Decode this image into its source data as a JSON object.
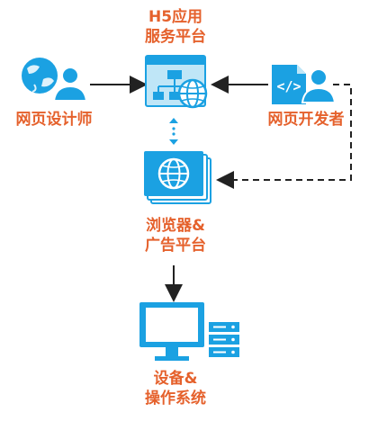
{
  "nodes": {
    "platform": {
      "line1": "H5应用",
      "line2": "服务平台",
      "icon": "sitemap-globe-icon"
    },
    "designer": {
      "line1": "网页设计师",
      "icon": "globe-user-icon"
    },
    "developer": {
      "line1": "网页开发者",
      "icon": "code-user-icon"
    },
    "browser": {
      "line1": "浏览器&",
      "line2": "广告平台",
      "icon": "browser-globe-icon"
    },
    "device": {
      "line1": "设备&",
      "line2": "操作系统",
      "icon": "monitor-server-icon"
    }
  },
  "colors": {
    "accent_label": "#e5612c",
    "icon_blue": "#1ba1e2",
    "icon_light": "#bfe6f7",
    "arrow": "#222222"
  }
}
